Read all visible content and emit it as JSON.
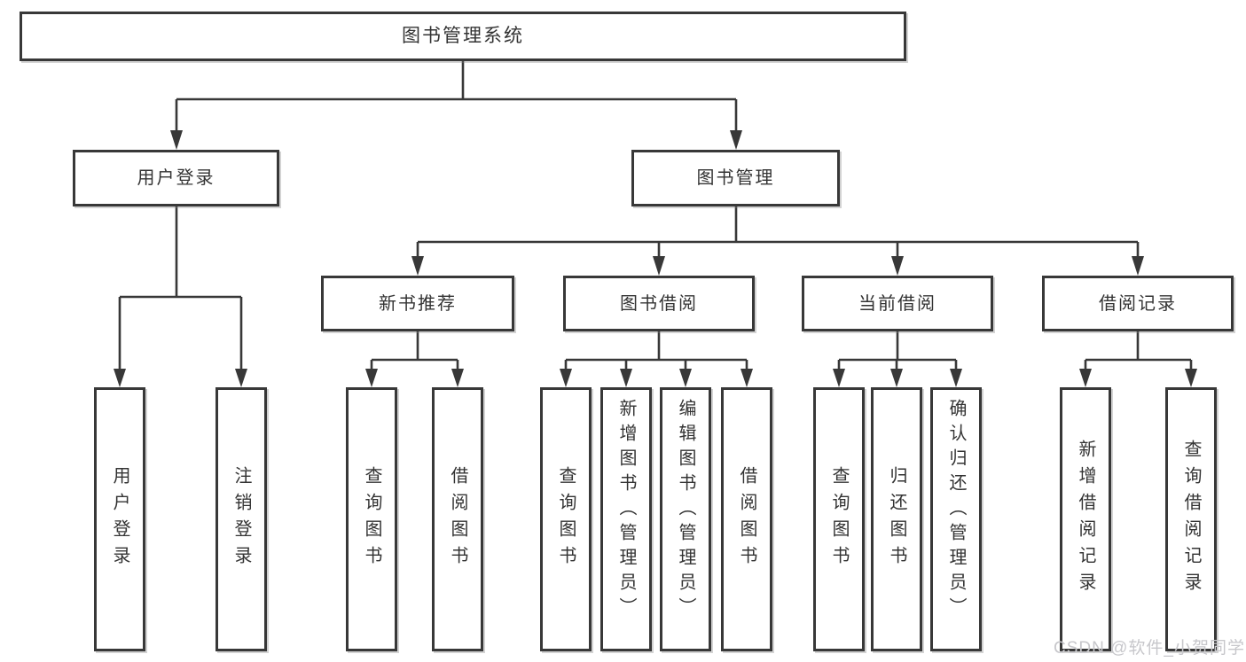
{
  "tree": {
    "root": {
      "label": "图书管理系统"
    },
    "branches": [
      {
        "label": "用户登录",
        "leaves": [
          "用户登录",
          "注销登录"
        ]
      },
      {
        "label": "图书管理",
        "sections": [
          {
            "label": "新书推荐",
            "leaves": [
              "查询图书",
              "借阅图书"
            ]
          },
          {
            "label": "图书借阅",
            "leaves": [
              "查询图书",
              "新增图书（管理员）",
              "编辑图书（管理员）",
              "借阅图书"
            ]
          },
          {
            "label": "当前借阅",
            "leaves": [
              "查询图书",
              "归还图书",
              "确认归还（管理员）"
            ]
          },
          {
            "label": "借阅记录",
            "leaves": [
              "新增借阅记录",
              "查询借阅记录"
            ]
          }
        ]
      }
    ]
  },
  "watermark": {
    "text": "CSDN @软件_小贺同学"
  },
  "colors": {
    "line": "#383838",
    "text": "#333333",
    "background": "#ffffff",
    "watermark": "#c7c7cb"
  }
}
